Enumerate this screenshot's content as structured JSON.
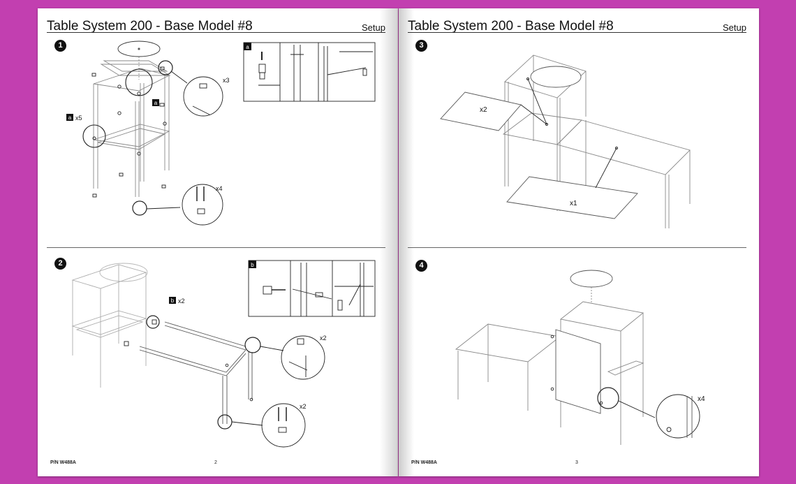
{
  "document": {
    "title": "Table System 200 - Base Model #8",
    "part_number": "P/N W488A"
  },
  "pages": [
    {
      "page_number": "2",
      "section": "Setup",
      "steps": [
        {
          "number": "1",
          "callouts": {
            "a_qty": "x5",
            "qty_top": "x3",
            "qty_foot": "x4"
          },
          "detail_label": "a"
        },
        {
          "number": "2",
          "callouts": {
            "b_qty": "x2",
            "qty_corner": "x2",
            "qty_foot": "x2"
          },
          "detail_label": "b"
        }
      ]
    },
    {
      "page_number": "3",
      "section": "Setup",
      "steps": [
        {
          "number": "3",
          "callouts": {
            "qty_shelf": "x2",
            "qty_top": "x1"
          }
        },
        {
          "number": "4",
          "callouts": {
            "qty_panel": "x4"
          }
        }
      ]
    }
  ],
  "labels": {
    "a": "a",
    "b": "b"
  },
  "colors": {
    "background": "#c23fb0",
    "page": "#ffffff",
    "ink": "#111111"
  }
}
